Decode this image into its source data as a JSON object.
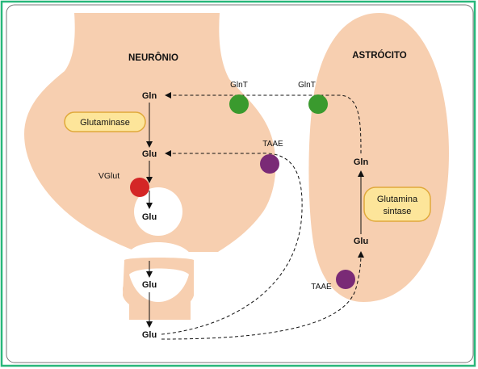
{
  "colors": {
    "cell_fill": "#f7cfb0",
    "frame_border": "#28b77a",
    "glnt": "#3a9a2e",
    "taae": "#7a2a76",
    "vglut": "#d42626",
    "enzyme_fill": "#fde59a",
    "enzyme_border": "#e0a93a"
  },
  "neuron": {
    "title": "NEURÔNIO"
  },
  "astrocyte": {
    "title": "ASTRÓCITO"
  },
  "enzymes": {
    "glutaminase": "Glutaminase",
    "glutamina_sintase_line1": "Glutamina",
    "glutamina_sintase_line2": "sintase"
  },
  "transporters": {
    "glnt_neuron": "GlnT",
    "glnt_astro": "GlnT",
    "taae_neuron": "TAAE",
    "taae_astro": "TAAE",
    "vglut": "VGlut"
  },
  "metabolites": {
    "n_gln": "Gln",
    "n_glu1": "Glu",
    "n_glu_vesicle": "Glu",
    "n_glu_cleft": "Glu",
    "n_glu_extracell": "Glu",
    "a_gln": "Gln",
    "a_glu": "Glu"
  }
}
